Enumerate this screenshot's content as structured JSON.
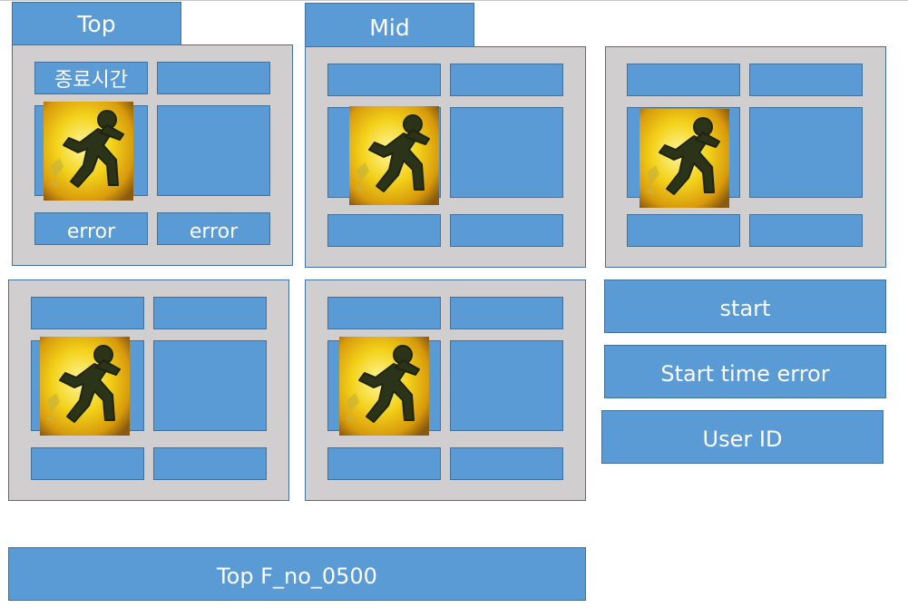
{
  "tabs": {
    "top": "Top",
    "mid": "Mid"
  },
  "panel_top": {
    "end_time_label": "종료시간",
    "value_left": "error",
    "value_right": "error"
  },
  "buttons": {
    "start": "start",
    "start_time_error": "Start time error",
    "user_id": "User ID",
    "status_bar": "Top F_no_0500"
  },
  "icon": {
    "name": "running-figure-icon"
  },
  "colors": {
    "cell_blue": "#5b9bd5",
    "border_blue": "#41719c",
    "panel_gray": "#d0cece"
  }
}
